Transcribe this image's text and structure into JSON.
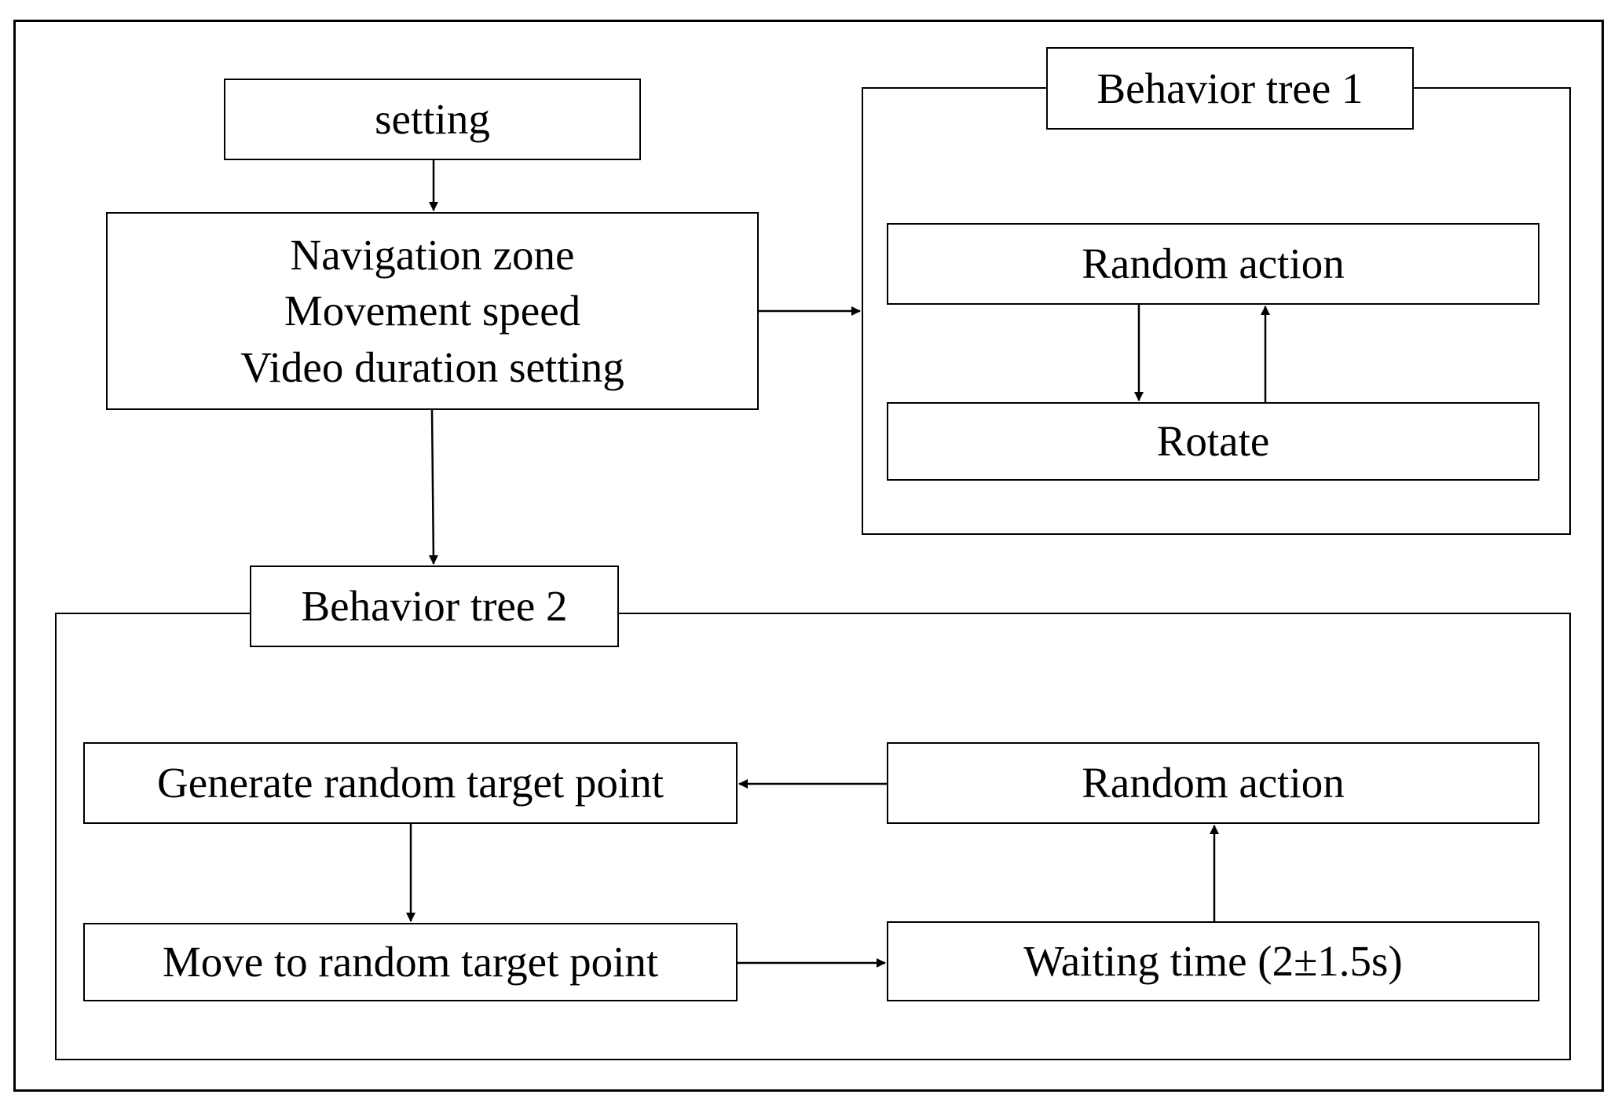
{
  "diagram": {
    "setting": "setting",
    "settings_box": {
      "lines": [
        "Navigation zone",
        "Movement speed",
        "Video duration setting"
      ]
    },
    "behavior_tree_1": {
      "title": "Behavior tree 1",
      "random_action": "Random action",
      "rotate": "Rotate"
    },
    "behavior_tree_2": {
      "title": "Behavior tree 2",
      "generate": "Generate random target point",
      "random_action": "Random action",
      "move": "Move to random target point",
      "waiting": "Waiting time (2±1.5s)"
    }
  }
}
